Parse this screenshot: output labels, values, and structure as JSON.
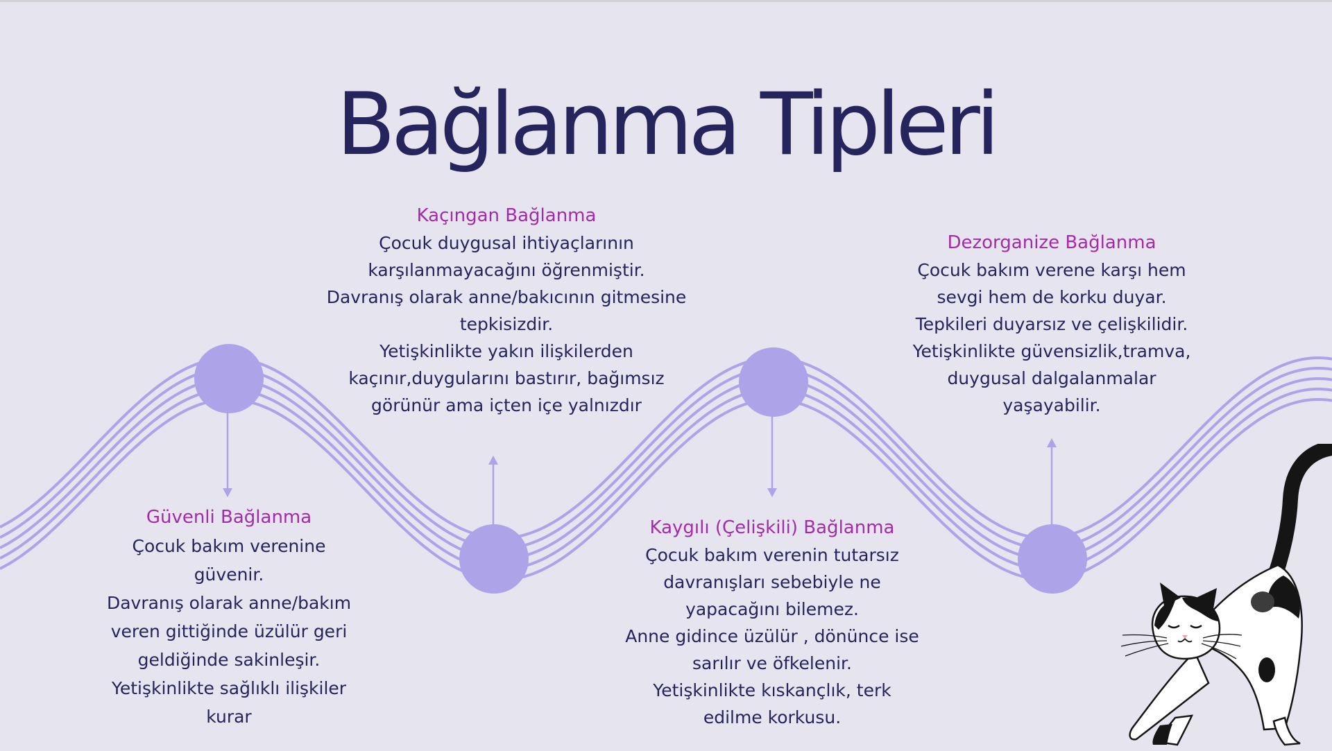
{
  "slide": {
    "title": "Bağlanma Tipleri",
    "accent_colors": {
      "background": "#e6e4ef",
      "title": "#25245c",
      "heading": "#a42ba8",
      "body_text": "#24245a",
      "wave": "#ada3e8"
    },
    "types": [
      {
        "heading": "Güvenli Bağlanma",
        "lines": [
          "Çocuk bakım verenine",
          "güvenir.",
          "Davranış olarak anne/bakım",
          "veren gittiğinde üzülür geri",
          "geldiğinde sakinleşir.",
          "Yetişkinlikte sağlıklı ilişkiler",
          "kurar"
        ]
      },
      {
        "heading": "Kaçıngan Bağlanma",
        "lines": [
          "Çocuk duygusal ihtiyaçlarının",
          "karşılanmayacağını öğrenmiştir.",
          "Davranış olarak anne/bakıcının gitmesine",
          "tepkisizdir.",
          "Yetişkinlikte yakın ilişkilerden",
          "kaçınır,duygularını bastırır, bağımsız",
          "görünür ama içten içe yalnızdır"
        ]
      },
      {
        "heading": "Kaygılı (Çelişkili) Bağlanma",
        "lines": [
          "Çocuk bakım verenin tutarsız",
          "davranışları sebebiyle ne",
          "yapacağını bilemez.",
          "Anne gidince üzülür , dönünce ise",
          "sarılır ve öfkelenir.",
          "Yetişkinlikte kıskançlık, terk",
          "edilme korkusu."
        ]
      },
      {
        "heading": "Dezorganize Bağlanma",
        "lines": [
          "Çocuk bakım verene karşı hem",
          "sevgi hem de korku duyar.",
          "Tepkileri duyarsız ve çelişkilidir.",
          "Yetişkinlikte güvensizlik,tramva,",
          "duygusal dalgalanmalar",
          "yaşayabilir."
        ]
      }
    ],
    "icons": {
      "timeline_node": "circle-node-icon",
      "connector": "arrow-icon",
      "decoration": "stretching-cat-illustration"
    }
  }
}
